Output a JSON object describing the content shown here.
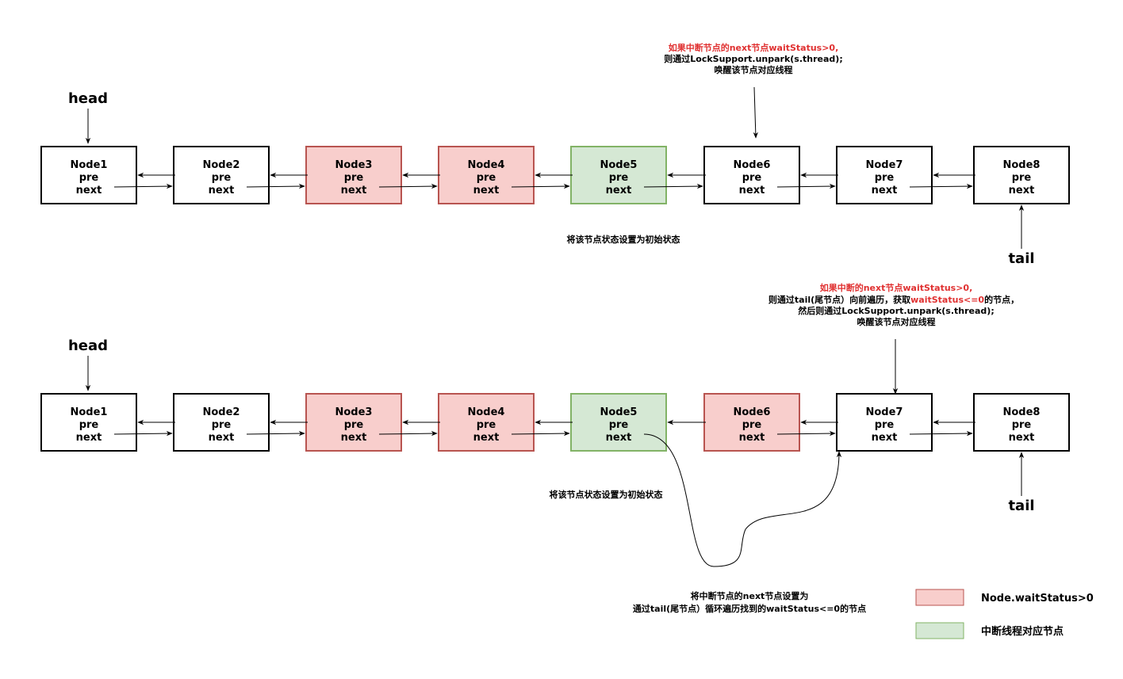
{
  "top": {
    "head_label": "head",
    "tail_label": "tail",
    "nodes": [
      {
        "name": "Node1",
        "pre": "pre",
        "next": "next",
        "status": "normal"
      },
      {
        "name": "Node2",
        "pre": "pre",
        "next": "next",
        "status": "normal"
      },
      {
        "name": "Node3",
        "pre": "pre",
        "next": "next",
        "status": "red"
      },
      {
        "name": "Node4",
        "pre": "pre",
        "next": "next",
        "status": "red"
      },
      {
        "name": "Node5",
        "pre": "pre",
        "next": "next",
        "status": "green"
      },
      {
        "name": "Node6",
        "pre": "pre",
        "next": "next",
        "status": "normal"
      },
      {
        "name": "Node7",
        "pre": "pre",
        "next": "next",
        "status": "normal"
      },
      {
        "name": "Node8",
        "pre": "pre",
        "next": "next",
        "status": "normal"
      }
    ],
    "note_lines": [
      {
        "text": "如果中断节点的next节点waitStatus>0,",
        "color": "#e03131"
      },
      {
        "text": "则通过LockSupport.unpark(s.thread);",
        "color": "#000000"
      },
      {
        "text": "唤醒该节点对应线程",
        "color": "#000000"
      }
    ],
    "init_note": "将该节点状态设置为初始状态"
  },
  "bottom": {
    "head_label": "head",
    "tail_label": "tail",
    "nodes": [
      {
        "name": "Node1",
        "pre": "pre",
        "next": "next",
        "status": "normal"
      },
      {
        "name": "Node2",
        "pre": "pre",
        "next": "next",
        "status": "normal"
      },
      {
        "name": "Node3",
        "pre": "pre",
        "next": "next",
        "status": "red"
      },
      {
        "name": "Node4",
        "pre": "pre",
        "next": "next",
        "status": "red"
      },
      {
        "name": "Node5",
        "pre": "pre",
        "next": "next",
        "status": "green"
      },
      {
        "name": "Node6",
        "pre": "pre",
        "next": "next",
        "status": "red"
      },
      {
        "name": "Node7",
        "pre": "pre",
        "next": "next",
        "status": "normal"
      },
      {
        "name": "Node8",
        "pre": "pre",
        "next": "next",
        "status": "normal"
      }
    ],
    "note_line1": "如果中断的next节点waitStatus>0,",
    "note_line2_a": "则通过tail(尾节点）向前遍历，获取",
    "note_line2_b": "waitStatus<=0",
    "note_line2_c": "的节点，",
    "note_line3": "然后则通过LockSupport.unpark(s.thread);",
    "note_line4": "唤醒该节点对应线程",
    "init_note": "将该节点状态设置为初始状态",
    "curve_note_line1": "将中断节点的next节点设置为",
    "curve_note_line2": "通过tail(尾节点）循环遍历找到的waitStatus<=0的节点"
  },
  "legend": [
    {
      "label": "Node.waitStatus>0",
      "color": "#f8cecc"
    },
    {
      "label": "中断线程对应节点",
      "color": "#d5e8d4"
    }
  ],
  "colors": {
    "red_fill": "#f8cecc",
    "red_stroke": "#b85450",
    "green_fill": "#d5e8d4",
    "green_stroke": "#82b366",
    "note_red": "#e03131"
  }
}
